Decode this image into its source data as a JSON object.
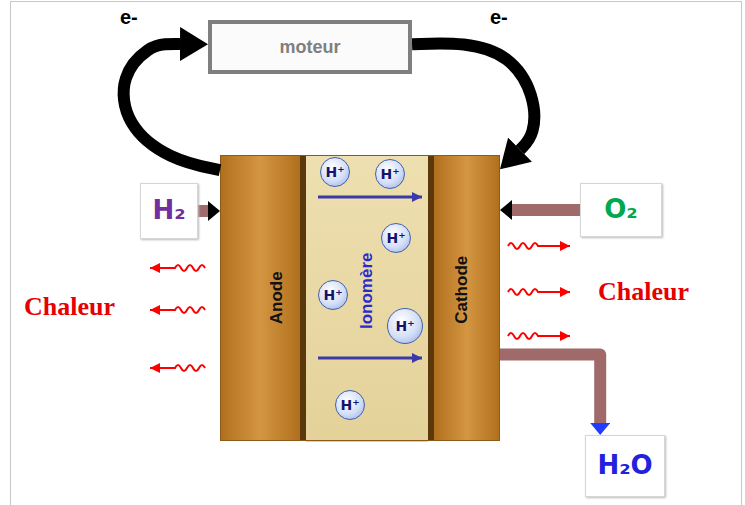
{
  "diagram": {
    "nodes": [
      {
        "text": [
          "moteur"
        ]
      },
      {
        "text": [
          "H₂"
        ]
      },
      {
        "text": [
          "Anode"
        ]
      },
      {
        "text": [
          "Ionomère"
        ]
      },
      {
        "text": [
          "H⁺"
        ],
        "in": 3
      },
      {
        "text": [
          "H⁺"
        ],
        "in": 3
      },
      {
        "text": [
          "H⁺"
        ],
        "in": 3
      },
      {
        "text": [
          "H⁺"
        ],
        "in": 3
      },
      {
        "text": [
          "H⁺"
        ],
        "in": 3
      },
      {
        "text": [
          "H⁺"
        ],
        "in": 3
      },
      {
        "text": [
          "Cathode"
        ]
      },
      {
        "text": [
          "O₂"
        ]
      },
      {
        "text": [
          "H₂O"
        ]
      }
    ],
    "edges": [
      {
        "from": 2,
        "to": 0,
        "arrow": "to"
      },
      {
        "from": 0,
        "to": 10,
        "arrow": "to"
      },
      {
        "from": 1,
        "to": 2,
        "arrow": "to"
      },
      {
        "from": 11,
        "to": 10,
        "arrow": "to"
      },
      {
        "from": 10,
        "to": 12,
        "arrow": "to"
      }
    ],
    "labels": [
      "e-",
      "e-",
      "Chaleur",
      "Chaleur"
    ]
  }
}
